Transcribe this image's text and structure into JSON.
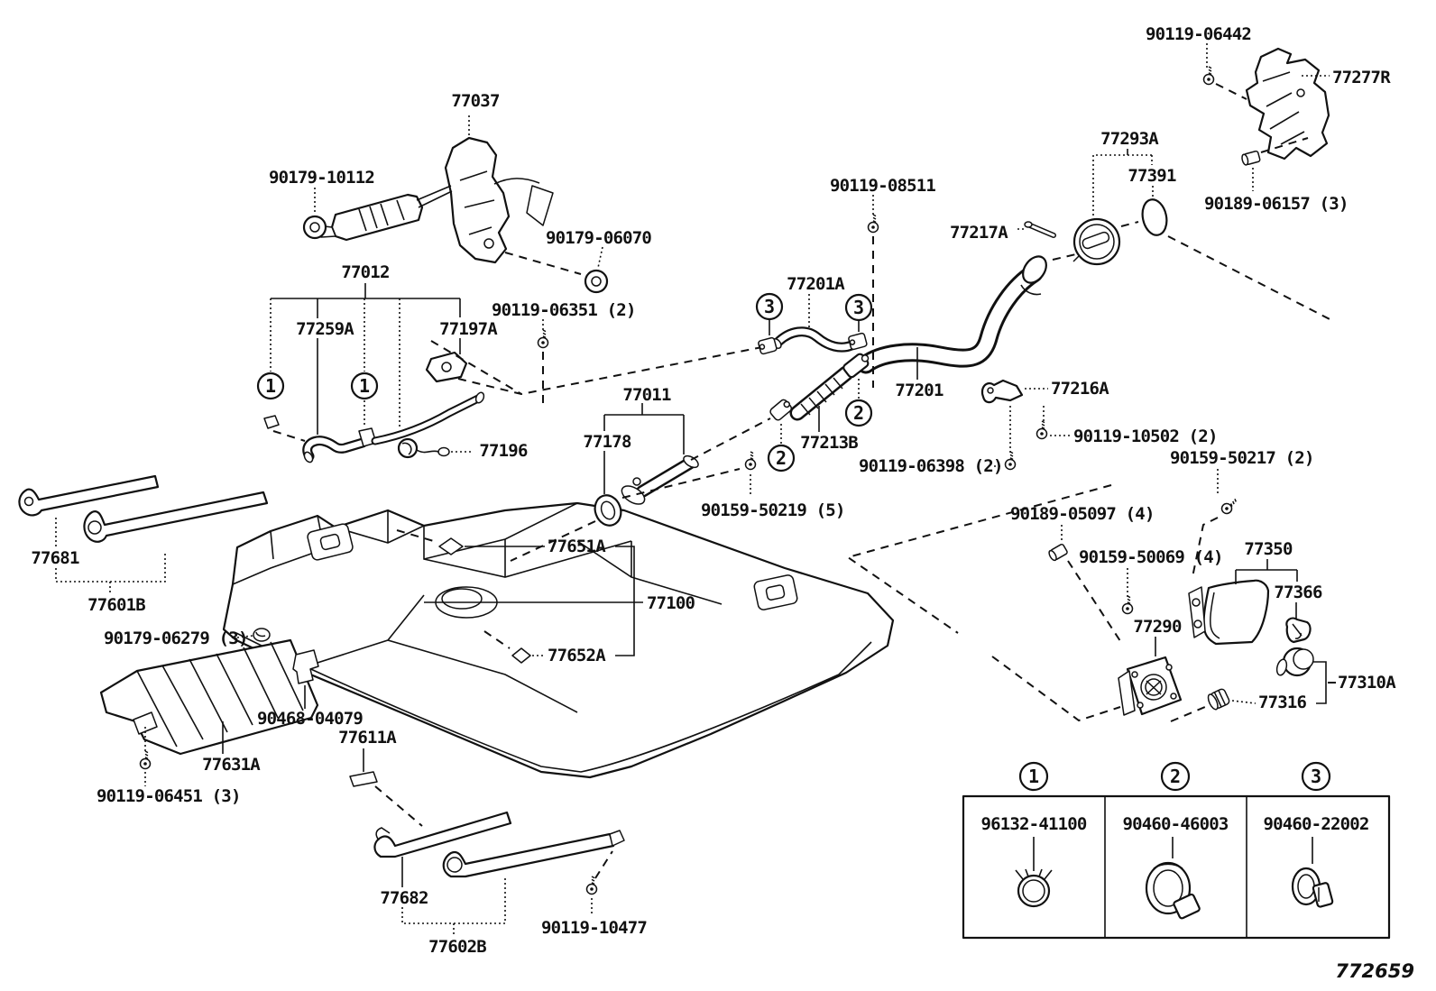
{
  "diagram": {
    "title_code": "772659",
    "colors": {
      "line": "#111111",
      "background": "#ffffff"
    },
    "callouts": {
      "c1": "1",
      "c2": "2",
      "c3": "3"
    },
    "parts": {
      "p90119_06442": "90119-06442",
      "p77277R": "77277R",
      "p77037": "77037",
      "p90179_10112": "90179-10112",
      "p77012": "77012",
      "p90179_06070": "90179-06070",
      "p90119_06351": "90119-06351 (2)",
      "p77259A": "77259A",
      "p77197A": "77197A",
      "p77196": "77196",
      "p77293A": "77293A",
      "p77391": "77391",
      "p90119_08511": "90119-08511",
      "p77217A": "77217A",
      "p90189_06157": "90189-06157 (3)",
      "p77201A": "77201A",
      "p77201": "77201",
      "p77216A": "77216A",
      "p77011": "77011",
      "p77178": "77178",
      "p77213B": "77213B",
      "p90119_10502": "90119-10502 (2)",
      "p90119_06398": "90119-06398 (2)",
      "p90159_50219": "90159-50219 (5)",
      "p90159_50217": "90159-50217 (2)",
      "p90189_05097": "90189-05097 (4)",
      "p90159_50069": "90159-50069 (4)",
      "p77350": "77350",
      "p77366": "77366",
      "p77651A": "77651A",
      "p77100": "77100",
      "p77652A": "77652A",
      "p77681": "77681",
      "p77601B": "77601B",
      "p90179_06279": "90179-06279 (3)",
      "p77290": "77290",
      "p77310A": "77310A",
      "p77316": "77316",
      "p90468_04079": "90468-04079",
      "p77631A": "77631A",
      "p77611A": "77611A",
      "p90119_06451": "90119-06451 (3)",
      "p77682": "77682",
      "p77602B": "77602B",
      "p90119_10477": "90119-10477"
    },
    "legend": {
      "items": [
        {
          "symbol": "1",
          "part": "96132-41100"
        },
        {
          "symbol": "2",
          "part": "90460-46003"
        },
        {
          "symbol": "3",
          "part": "90460-22002"
        }
      ]
    }
  }
}
